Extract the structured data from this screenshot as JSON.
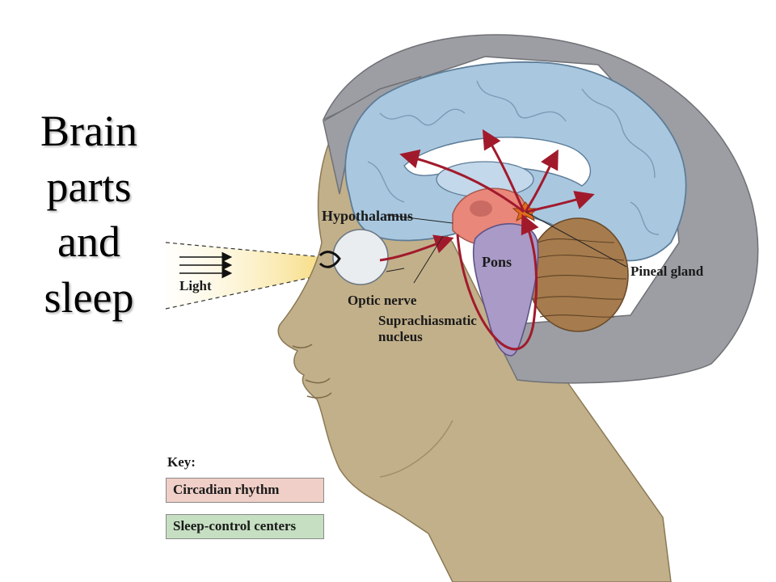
{
  "title_lines": [
    "Brain",
    "parts",
    "and",
    "sleep"
  ],
  "labels": {
    "hypothalamus": "Hypothalamus",
    "light": "Light",
    "optic_nerve": "Optic nerve",
    "pons": "Pons",
    "pineal_gland": "Pineal gland",
    "scn_line1": "Suprachiasmatic",
    "scn_line2": "nucleus"
  },
  "key": {
    "title": "Key:",
    "items": [
      "Circadian rhythm",
      "Sleep-control centers"
    ]
  },
  "colors": {
    "circadian": "#efcfc7",
    "sleep_control": "#c6dfc2",
    "pathway": "#a11a2c",
    "cerebrum": "#a9c8e0",
    "skin": "#c2b08a",
    "hair": "#9c9ea3"
  }
}
